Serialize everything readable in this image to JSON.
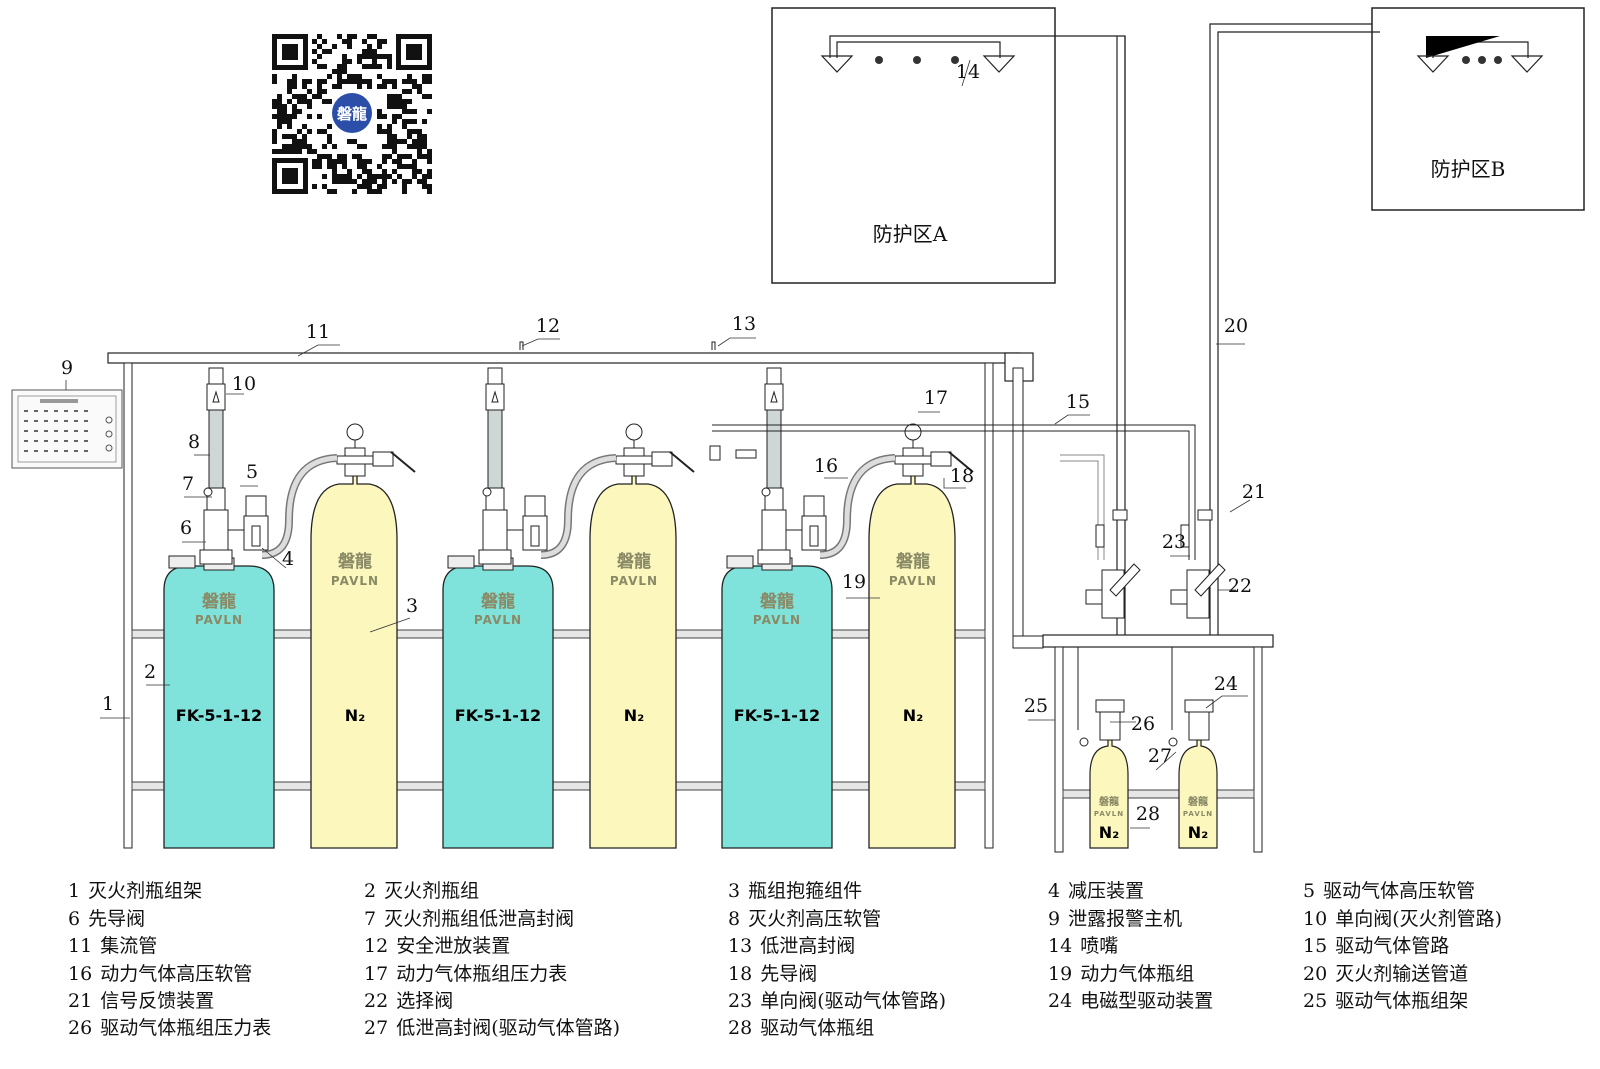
{
  "zones": {
    "a": "防护区A",
    "b": "防护区B"
  },
  "qr": {
    "brand_mark": "磐龍"
  },
  "brand": {
    "cn": "磐龍",
    "en": "PAVLN"
  },
  "cylinders": {
    "agent_label": "FK-5-1-12",
    "gas_label": "N₂"
  },
  "callouts": [
    "1",
    "2",
    "3",
    "4",
    "5",
    "6",
    "7",
    "8",
    "9",
    "10",
    "11",
    "12",
    "13",
    "14",
    "15",
    "16",
    "17",
    "18",
    "19",
    "20",
    "21",
    "22",
    "23",
    "24",
    "25",
    "26",
    "27",
    "28"
  ],
  "legend": [
    {
      "num": "1",
      "text": "灭火剂瓶组架"
    },
    {
      "num": "2",
      "text": "灭火剂瓶组"
    },
    {
      "num": "3",
      "text": "瓶组抱箍组件"
    },
    {
      "num": "4",
      "text": "减压装置"
    },
    {
      "num": "5",
      "text": "驱动气体高压软管"
    },
    {
      "num": "6",
      "text": "先导阀"
    },
    {
      "num": "7",
      "text": "灭火剂瓶组低泄高封阀"
    },
    {
      "num": "8",
      "text": "灭火剂高压软管"
    },
    {
      "num": "9",
      "text": "泄露报警主机"
    },
    {
      "num": "10",
      "text": "单向阀(灭火剂管路)"
    },
    {
      "num": "11",
      "text": "集流管"
    },
    {
      "num": "12",
      "text": "安全泄放装置"
    },
    {
      "num": "13",
      "text": "低泄高封阀"
    },
    {
      "num": "14",
      "text": "喷嘴"
    },
    {
      "num": "15",
      "text": "驱动气体管路"
    },
    {
      "num": "16",
      "text": "动力气体高压软管"
    },
    {
      "num": "17",
      "text": "动力气体瓶组压力表"
    },
    {
      "num": "18",
      "text": "先导阀"
    },
    {
      "num": "19",
      "text": "动力气体瓶组"
    },
    {
      "num": "20",
      "text": "灭火剂输送管道"
    },
    {
      "num": "21",
      "text": "信号反馈装置"
    },
    {
      "num": "22",
      "text": "选择阀"
    },
    {
      "num": "23",
      "text": "单向阀(驱动气体管路)"
    },
    {
      "num": "24",
      "text": "电磁型驱动装置"
    },
    {
      "num": "25",
      "text": "驱动气体瓶组架"
    },
    {
      "num": "26",
      "text": "驱动气体瓶组压力表"
    },
    {
      "num": "27",
      "text": "低泄高封阀(驱动气体管路)"
    },
    {
      "num": "28",
      "text": "驱动气体瓶组"
    }
  ],
  "colors": {
    "agent_cylinder": "#7fe3dc",
    "gas_cylinder": "#fbf7bd",
    "line": "#222222",
    "pipe": "#dddddd"
  }
}
